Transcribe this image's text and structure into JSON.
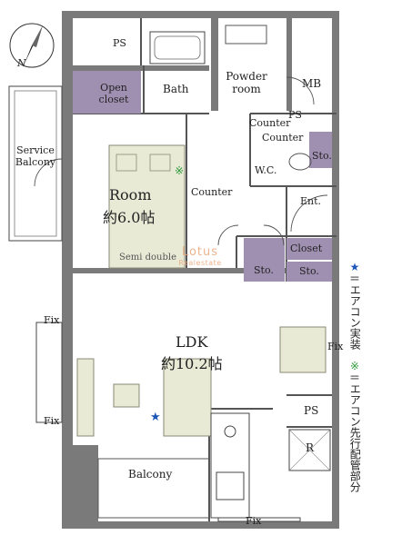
{
  "compass": {
    "north_label": "N"
  },
  "rooms": {
    "ps_top": "PS",
    "bath": "Bath",
    "powder_room_line1": "Powder",
    "powder_room_line2": "room",
    "mb": "MB",
    "open_closet_line1": "Open",
    "open_closet_line2": "closet",
    "ps_mid": "PS",
    "counter_top": "Counter",
    "counter_mid": "Counter",
    "sto_wc": "Sto.",
    "wc": "W.C.",
    "service_balcony_line1": "Service",
    "service_balcony_line2": "Balcony",
    "room_name": "Room",
    "room_size": "約6.0帖",
    "counter_room": "Counter",
    "ent": "Ent.",
    "closet": "Closet",
    "sto_left": "Sto.",
    "sto_right": "Sto.",
    "bed": "Semi double",
    "fix_upper_left": "Fix",
    "ldk_name": "LDK",
    "ldk_size": "約10.2帖",
    "fix_right": "Fix",
    "fix_lower_left": "Fix",
    "ps_kitchen": "PS",
    "refrigerator": "R",
    "balcony": "Balcony",
    "fix_bottom": "Fix"
  },
  "legend": {
    "aircon_installed": "エアコン実装",
    "aircon_piping": "エアコン先行配管部分",
    "equals": "＝"
  },
  "watermark": {
    "brand": "Lotus",
    "sub": "Realestate"
  },
  "colors": {
    "wall": "#7a7a7a",
    "closet_fill": "#9f8fb1",
    "furniture_fill": "#e8ead6",
    "aircon_star": "#1a56b8",
    "piping_mark": "#2e9a3d"
  }
}
